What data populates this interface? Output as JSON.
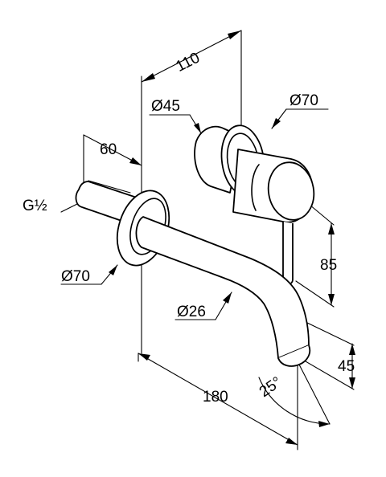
{
  "diagram": {
    "dimensions": {
      "wall_plate_to_valve": "110",
      "valve_small_diameter": "Ø45",
      "valve_plate_diameter": "Ø70",
      "inlet_offset": "60",
      "thread": "G½",
      "spout_plate_diameter": "Ø70",
      "spout_diameter": "Ø26",
      "spout_projection": "180",
      "lever_height": "85",
      "outlet_height": "45",
      "spout_angle": "25°"
    }
  }
}
